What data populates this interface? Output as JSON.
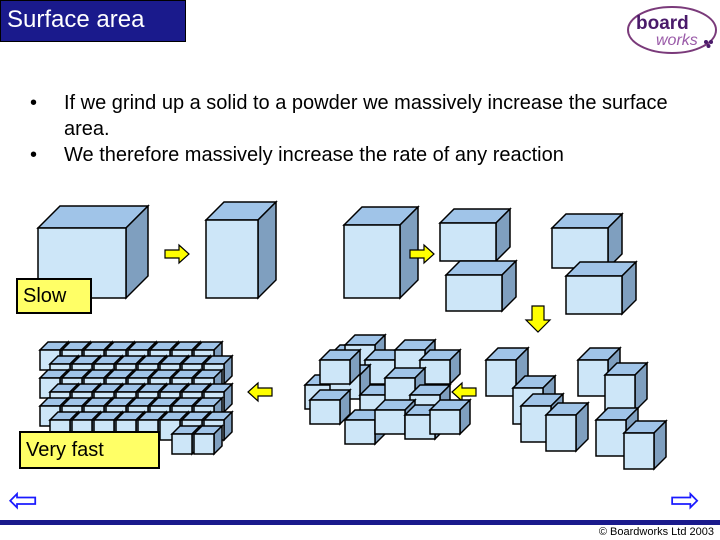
{
  "title": "Surface area",
  "logo": {
    "line1": "board",
    "line2": "works",
    "icon": "boardworks-logo"
  },
  "bullets": [
    {
      "marker": "•",
      "text": "If we grind up a solid to a powder we massively increase the surface area."
    },
    {
      "marker": "•",
      "text": "We therefore massively increase the rate of any reaction"
    }
  ],
  "labels": {
    "slow": "Slow",
    "very_fast": "Very fast"
  },
  "nav": {
    "prev": "⇦",
    "next": "⇨"
  },
  "footer": "© Boardworks Ltd 2003",
  "colors": {
    "title_bg": "#1a1a8c",
    "cube_front": "#cde6f8",
    "cube_face": "#a0c4e8",
    "cube_side": "#7f9fbf",
    "arrow": "#ffff00",
    "label_bg": "#ffff66",
    "nav": "#1a1aff"
  }
}
